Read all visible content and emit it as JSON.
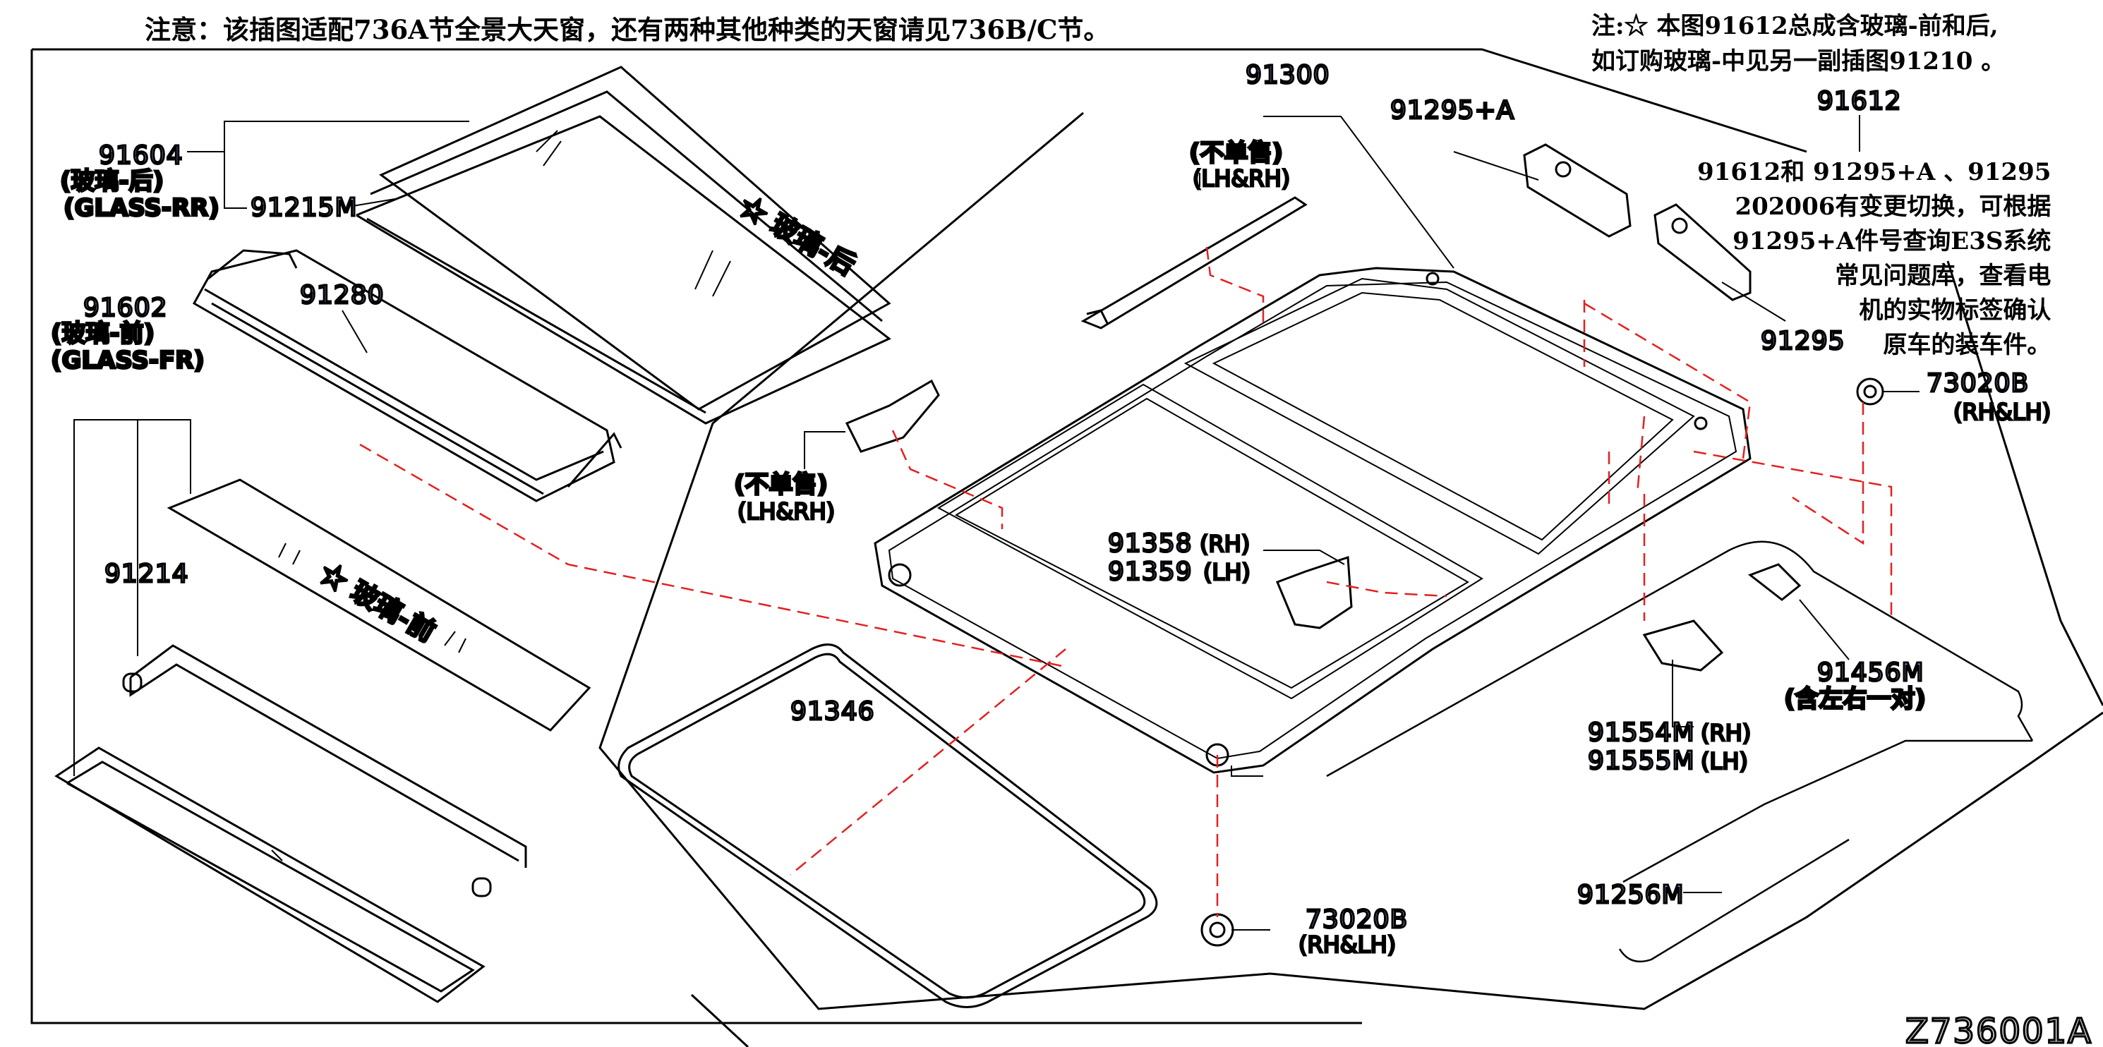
{
  "notices": {
    "top_left": "注意：该插图适配736A节全景大天窗，还有两种其他种类的天窗请见736B/C节。",
    "top_right_line1": "注:☆ 本图91612总成含玻璃-前和后,",
    "top_right_line2": "如订购玻璃-中见另一副插图91210 。"
  },
  "note_block": {
    "line1": "91612和 91295+A 、91295",
    "line2": "202006有变更切换，可根据",
    "line3": "91295+A件号查询E3S系统",
    "line4": "常见问题库，查看电",
    "line5": "机的实物标签确认",
    "line6": "原车的装车件。"
  },
  "parts": {
    "p91604": "91604",
    "glass_rr_cn": "(玻璃-后)",
    "glass_rr_en": "(GLASS-RR)",
    "p91215M": "91215M",
    "p91602": "91602",
    "glass_fr_cn": "(玻璃-前)",
    "glass_fr_en": "(GLASS-FR)",
    "p91280": "91280",
    "p91214": "91214",
    "p91346": "91346",
    "p91300": "91300",
    "not_sold_1": "(不单售)",
    "lhrh_1": "(LH&RH)",
    "not_sold_2": "(不单售)",
    "lhrh_2": "(LH&RH)",
    "p91295A": "91295+A",
    "p91612": "91612",
    "p91295": "91295",
    "p73020B_1": "73020B",
    "rhlh_1": "(RH&LH)",
    "p73020B_2": "73020B",
    "rhlh_2": "(RH&LH)",
    "p91358": "91358",
    "rh_91358": "(RH)",
    "p91359": "91359",
    "lh_91359": "(LH)",
    "p91456M": "91456M",
    "pair_note": "(含左右一对)",
    "p91554M": "91554M",
    "rh_91554M": "(RH)",
    "p91555M": "91555M",
    "lh_91555M": "(LH)",
    "p91256M": "91256M",
    "glass_rear_star": "☆ 玻璃-后",
    "glass_front_star": "☆ 玻璃-前"
  },
  "diagram_code": "Z736001A"
}
